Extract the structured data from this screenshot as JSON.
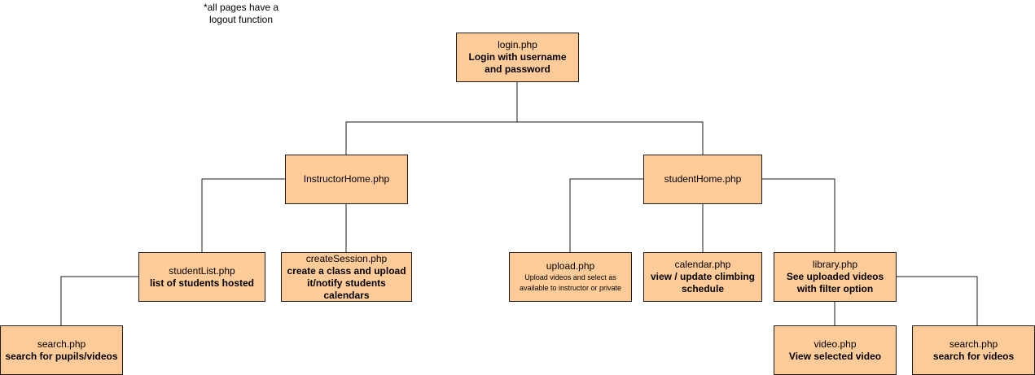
{
  "note": "*all pages have a logout function",
  "nodes": {
    "login": {
      "file": "login.php",
      "desc": "Login with username and password"
    },
    "instructor_home": {
      "file": "InstructorHome.php",
      "desc": ""
    },
    "student_home": {
      "file": "studentHome.php",
      "desc": ""
    },
    "student_list": {
      "file": "studentList.php",
      "desc": "list of students hosted"
    },
    "create_session": {
      "file": "createSession.php",
      "desc": "create a class and upload it/notify students calendars"
    },
    "upload": {
      "file": "upload.php",
      "desc": "Upload videos and select as available to instructor or private"
    },
    "calendar": {
      "file": "calendar.php",
      "desc": "view / update climbing schedule"
    },
    "library": {
      "file": "library.php",
      "desc": "See uploaded videos with filter option"
    },
    "search_instructor": {
      "file": "search.php",
      "desc": "search for pupils/videos"
    },
    "video": {
      "file": "video.php",
      "desc": "View selected video"
    },
    "search_student": {
      "file": "search.php",
      "desc": "search for videos"
    }
  },
  "colors": {
    "node_fill": "#ffcc99",
    "stroke": "#1a1a1a"
  }
}
